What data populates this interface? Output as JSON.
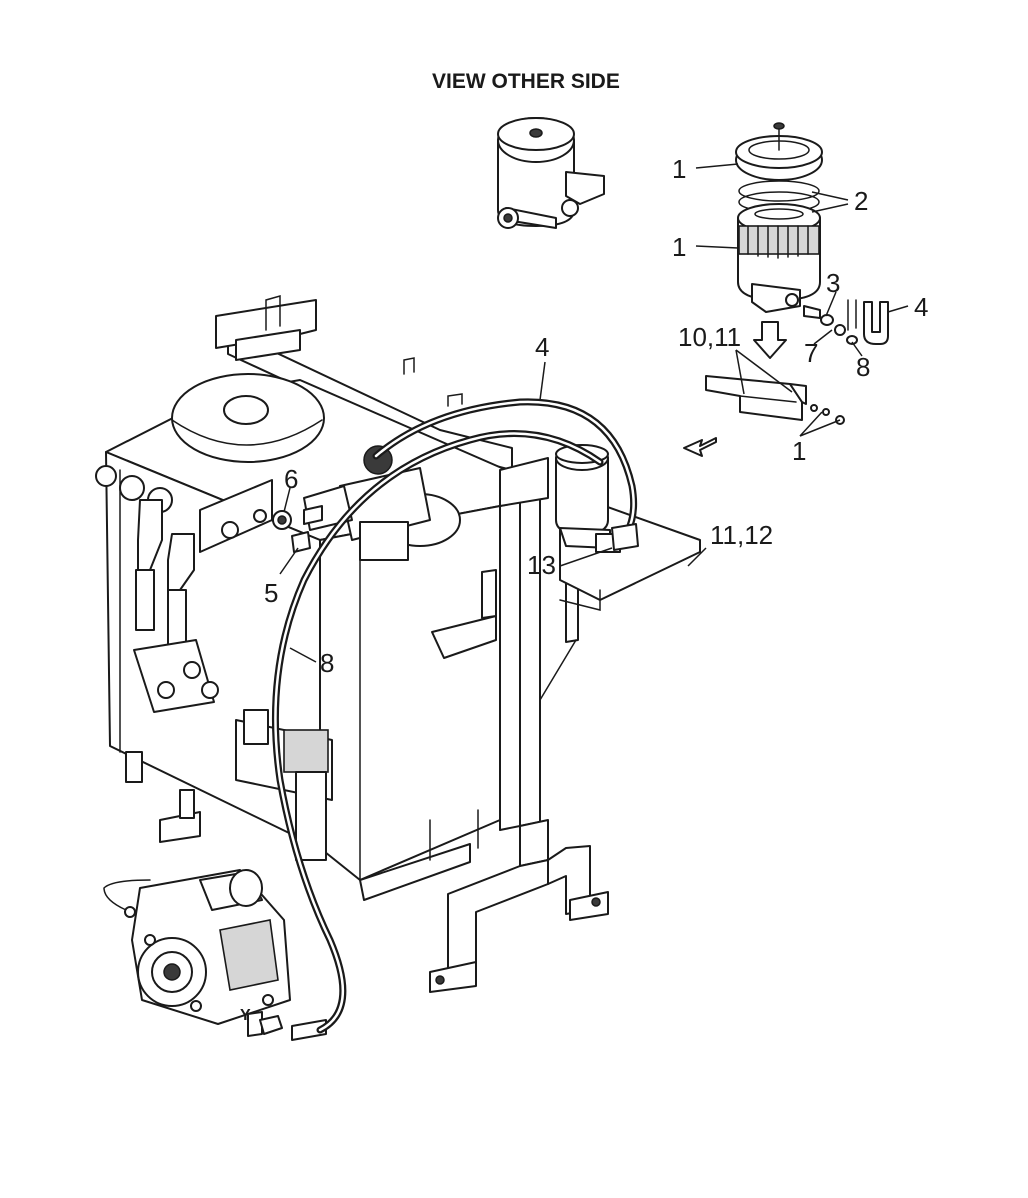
{
  "title": "VIEW OTHER SIDE",
  "callouts": {
    "c1a": "1",
    "c1b": "1",
    "c1c": "1",
    "c2": "2",
    "c3": "3",
    "c4a": "4",
    "c4b": "4",
    "c5": "5",
    "c6": "6",
    "c7": "7",
    "c8a": "8",
    "c8b": "8",
    "c10_11": "10,11",
    "c11_12": "11,12",
    "c13": "13"
  },
  "port_label": "Y"
}
